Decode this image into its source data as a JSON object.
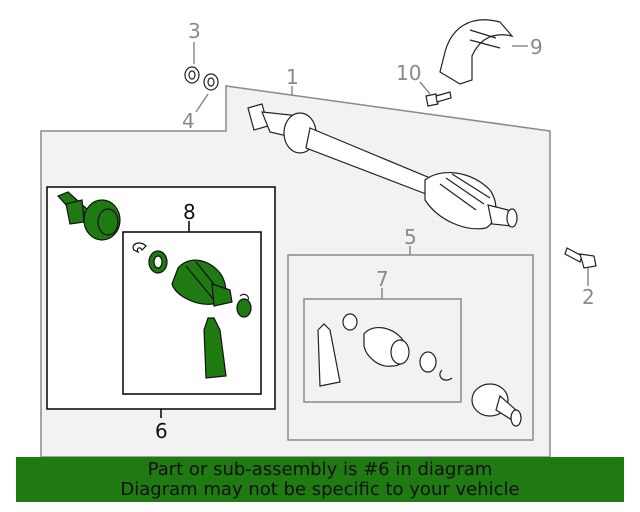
{
  "callouts": {
    "c1": "1",
    "c2": "2",
    "c3": "3",
    "c4": "4",
    "c5": "5",
    "c6": "6",
    "c7": "7",
    "c8": "8",
    "c9": "9",
    "c10": "10"
  },
  "banner": {
    "line1": "Part or sub-assembly is #6 in diagram",
    "line2": "Diagram may not be specific to your vehicle"
  },
  "colors": {
    "highlight_part": "#1f7a12",
    "banner_bg": "#1f7a12",
    "panel_bg": "#f2f2f2",
    "line_gray": "#8a8a8a"
  }
}
